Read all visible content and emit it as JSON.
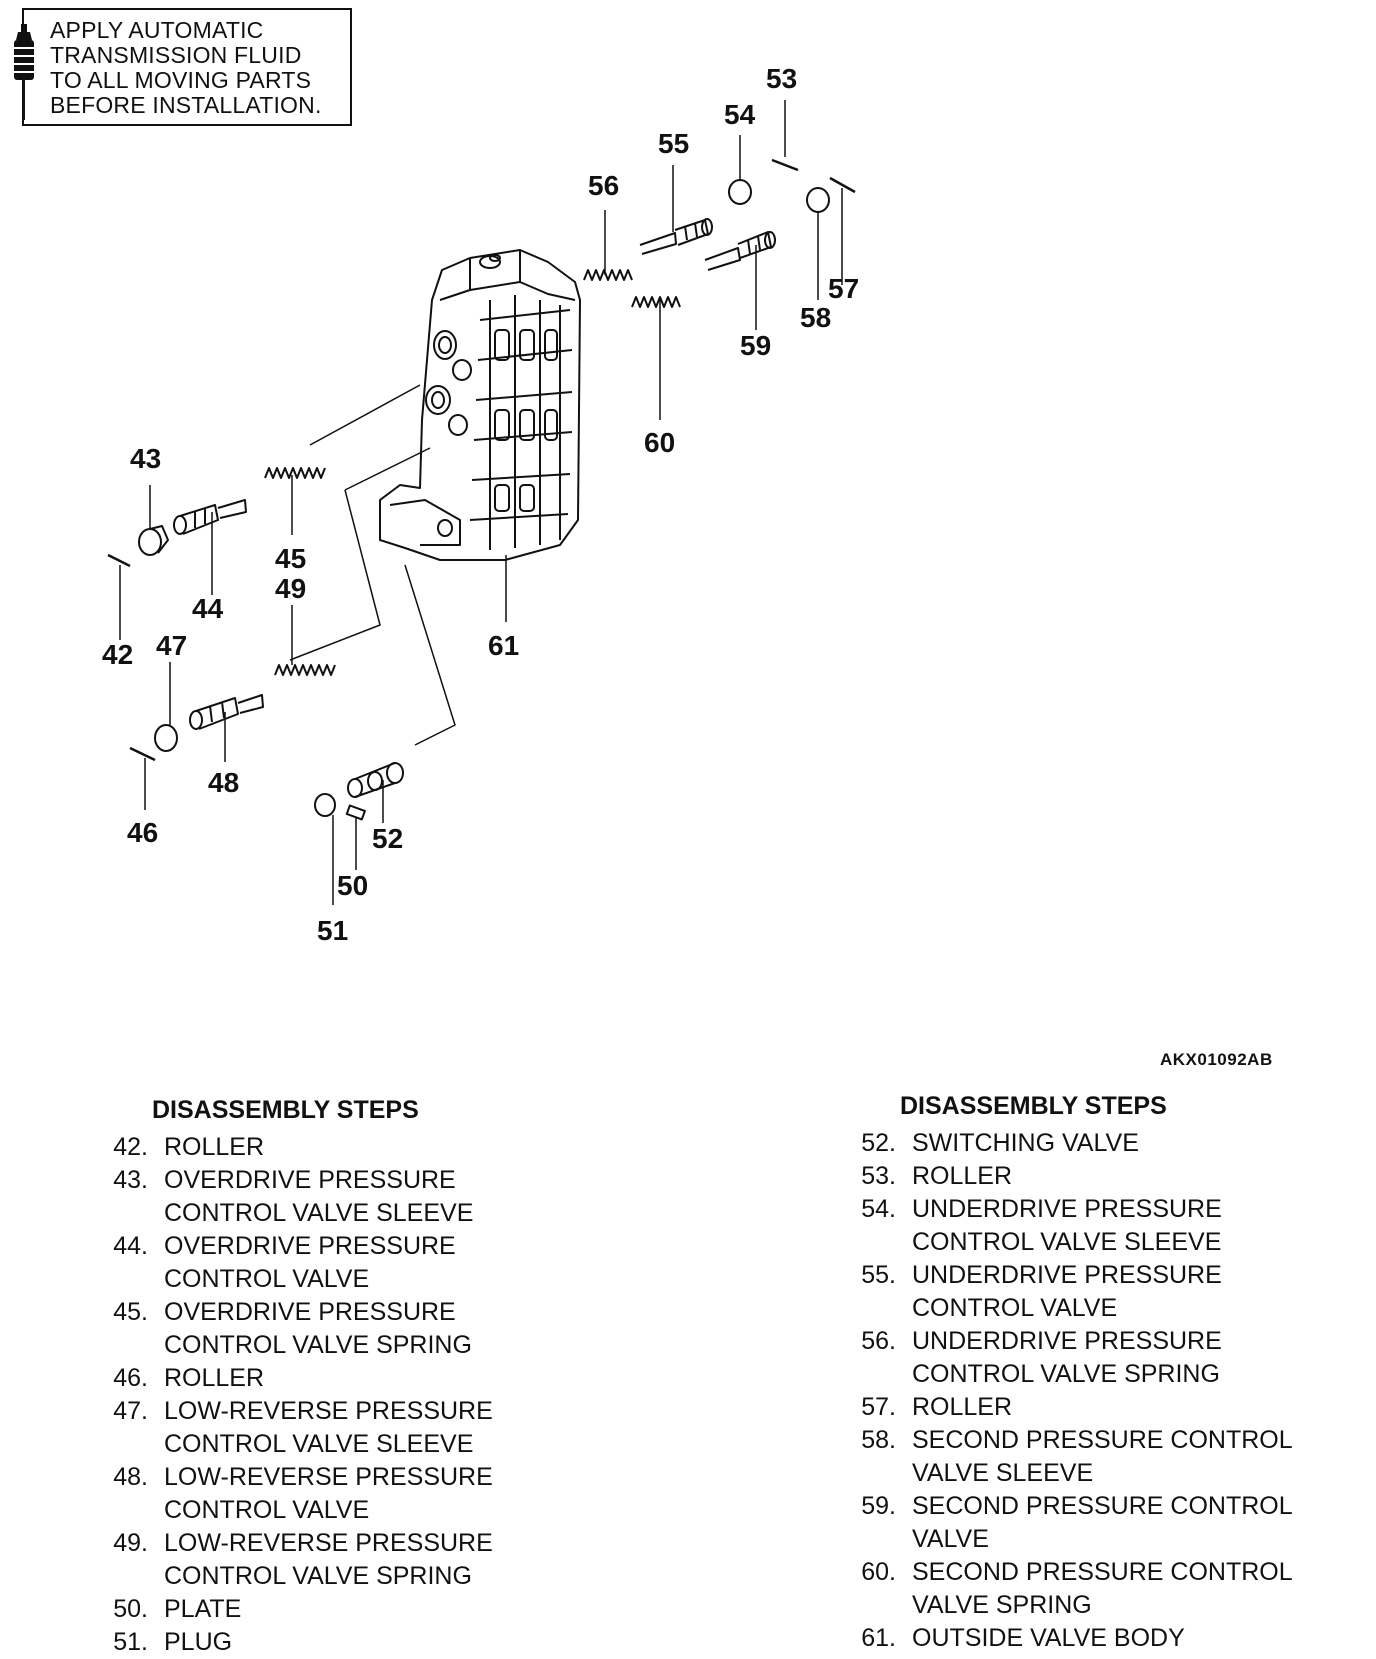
{
  "notice": {
    "lines": [
      "APPLY AUTOMATIC",
      "TRANSMISSION FLUID",
      "TO ALL MOVING PARTS",
      "BEFORE INSTALLATION."
    ],
    "icon": "fluid-bottle-icon"
  },
  "diagram": {
    "figure_code": "AKX01092AB",
    "callouts": [
      "42",
      "43",
      "44",
      "45",
      "46",
      "47",
      "48",
      "49",
      "50",
      "51",
      "52",
      "53",
      "54",
      "55",
      "56",
      "57",
      "58",
      "59",
      "60",
      "61"
    ]
  },
  "steps_left": {
    "heading": "DISASSEMBLY STEPS",
    "items": [
      {
        "num": "42.",
        "lines": [
          "ROLLER"
        ]
      },
      {
        "num": "43.",
        "lines": [
          "OVERDRIVE PRESSURE",
          "CONTROL VALVE SLEEVE"
        ]
      },
      {
        "num": "44.",
        "lines": [
          "OVERDRIVE PRESSURE",
          "CONTROL VALVE"
        ]
      },
      {
        "num": "45.",
        "lines": [
          "OVERDRIVE PRESSURE",
          "CONTROL VALVE SPRING"
        ]
      },
      {
        "num": "46.",
        "lines": [
          "ROLLER"
        ]
      },
      {
        "num": "47.",
        "lines": [
          "LOW-REVERSE PRESSURE",
          "CONTROL VALVE SLEEVE"
        ]
      },
      {
        "num": "48.",
        "lines": [
          "LOW-REVERSE PRESSURE",
          "CONTROL VALVE"
        ]
      },
      {
        "num": "49.",
        "lines": [
          "LOW-REVERSE PRESSURE",
          "CONTROL VALVE SPRING"
        ]
      },
      {
        "num": "50.",
        "lines": [
          "PLATE"
        ]
      },
      {
        "num": "51.",
        "lines": [
          "PLUG"
        ]
      }
    ]
  },
  "steps_right": {
    "heading": "DISASSEMBLY STEPS",
    "items": [
      {
        "num": "52.",
        "lines": [
          "SWITCHING VALVE"
        ]
      },
      {
        "num": "53.",
        "lines": [
          "ROLLER"
        ]
      },
      {
        "num": "54.",
        "lines": [
          "UNDERDRIVE PRESSURE",
          "CONTROL VALVE SLEEVE"
        ]
      },
      {
        "num": "55.",
        "lines": [
          "UNDERDRIVE PRESSURE",
          "CONTROL VALVE"
        ]
      },
      {
        "num": "56.",
        "lines": [
          "UNDERDRIVE PRESSURE",
          "CONTROL VALVE SPRING"
        ]
      },
      {
        "num": "57.",
        "lines": [
          "ROLLER"
        ]
      },
      {
        "num": "58.",
        "lines": [
          "SECOND PRESSURE CONTROL",
          "VALVE SLEEVE"
        ]
      },
      {
        "num": "59.",
        "lines": [
          "SECOND PRESSURE CONTROL",
          "VALVE"
        ]
      },
      {
        "num": "60.",
        "lines": [
          "SECOND PRESSURE CONTROL",
          "VALVE SPRING"
        ]
      },
      {
        "num": "61.",
        "lines": [
          "OUTSIDE VALVE BODY"
        ]
      }
    ]
  }
}
